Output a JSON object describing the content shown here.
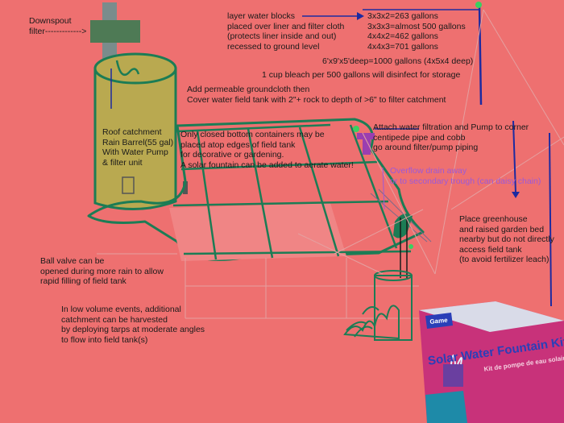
{
  "labels": {
    "downspout": "Downspout\nfilter------------->",
    "layer_blocks": "layer water blocks\nplaced over liner and filter cloth\n(protects liner inside and out)\nrecessed to ground level",
    "gallons_list": "3x3x2=263 gallons\n3x3x3=almost 500 gallons\n4x4x2=462 gallons\n4x4x3=701 gallons",
    "gallons_big": "6'x9'x5'deep=1000 gallons (4x5x4 deep)",
    "bleach": "1 cup bleach per 500 gallons will disinfect for storage",
    "groundcloth": "Add permeable groundcloth then\nCover water field tank with 2\"+ rock to depth of >6\" to filter catchment",
    "barrel": "Roof catchment\nRain Barrel(55 gal)\nWith Water Pump\n& filter unit",
    "containers": "Only closed bottom containers may be\nplaced atop edges of field tank\nfor decorative or gardening.\nA solar fountain can be added to aerate water!",
    "filtration": "Attach water filtration and Pump to corner\ncentipede pipe and cobb\ngo around filter/pump piping",
    "overflow": "Overflow drain away\nor to secondary trough (can daisy chain)",
    "greenhouse": "Place greenhouse\nand raised garden bed\nnearby but do not directly\naccess field tank\n(to avoid fertilizer leach)",
    "ball_valve": "Ball valve can be\nopened during more rain to allow\nrapid filling of field tank",
    "low_volume": "In low volume events, additional\ncatchment can be harvested\nby deploying tarps at moderate angles\nto flow into field tank(s)"
  },
  "product": {
    "brand": "Game",
    "title": "Solar Water Fountain Kit",
    "subtitle": "Kit de pompe de eau solaire"
  }
}
